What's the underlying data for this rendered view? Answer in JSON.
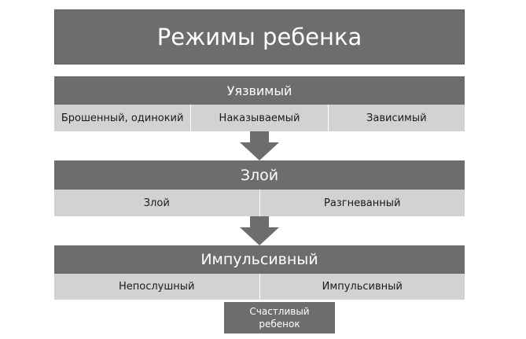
{
  "title": "Режимы ребенка",
  "sections": [
    {
      "header": "Уязвимый",
      "items": [
        "Брошенный, одинокий",
        "Наказываемый",
        "Зависимый"
      ]
    },
    {
      "header": "Злой",
      "items": [
        "Злой",
        "Разгневанный"
      ]
    },
    {
      "header": "Импульсивный",
      "items": [
        "Непослушный",
        "Импульсивный"
      ]
    }
  ],
  "footer": {
    "line1": "Счастливый",
    "line2": "ребенок"
  },
  "colors": {
    "dark_box": "#6d6d6d",
    "light_row": "#d2d2d2",
    "arrow": "#6d6d6d"
  }
}
